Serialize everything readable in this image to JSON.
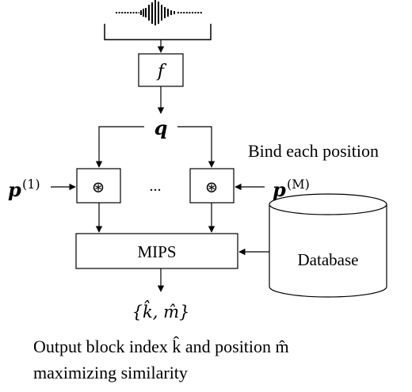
{
  "encoder": {
    "label": "f"
  },
  "query": {
    "label": "q"
  },
  "positions": {
    "first": {
      "base": "p",
      "sup": "(1)"
    },
    "last": {
      "base": "p",
      "sup": "(M)"
    },
    "ellipsis": "...",
    "bind_symbol": "⊛",
    "caption": "Bind each position"
  },
  "search": {
    "label": "MIPS"
  },
  "database": {
    "label": "Database"
  },
  "output": {
    "set": "{k̂, m̂}",
    "caption_line1": "Output block index k̂ and position m̂",
    "caption_line2": "maximizing similarity"
  }
}
